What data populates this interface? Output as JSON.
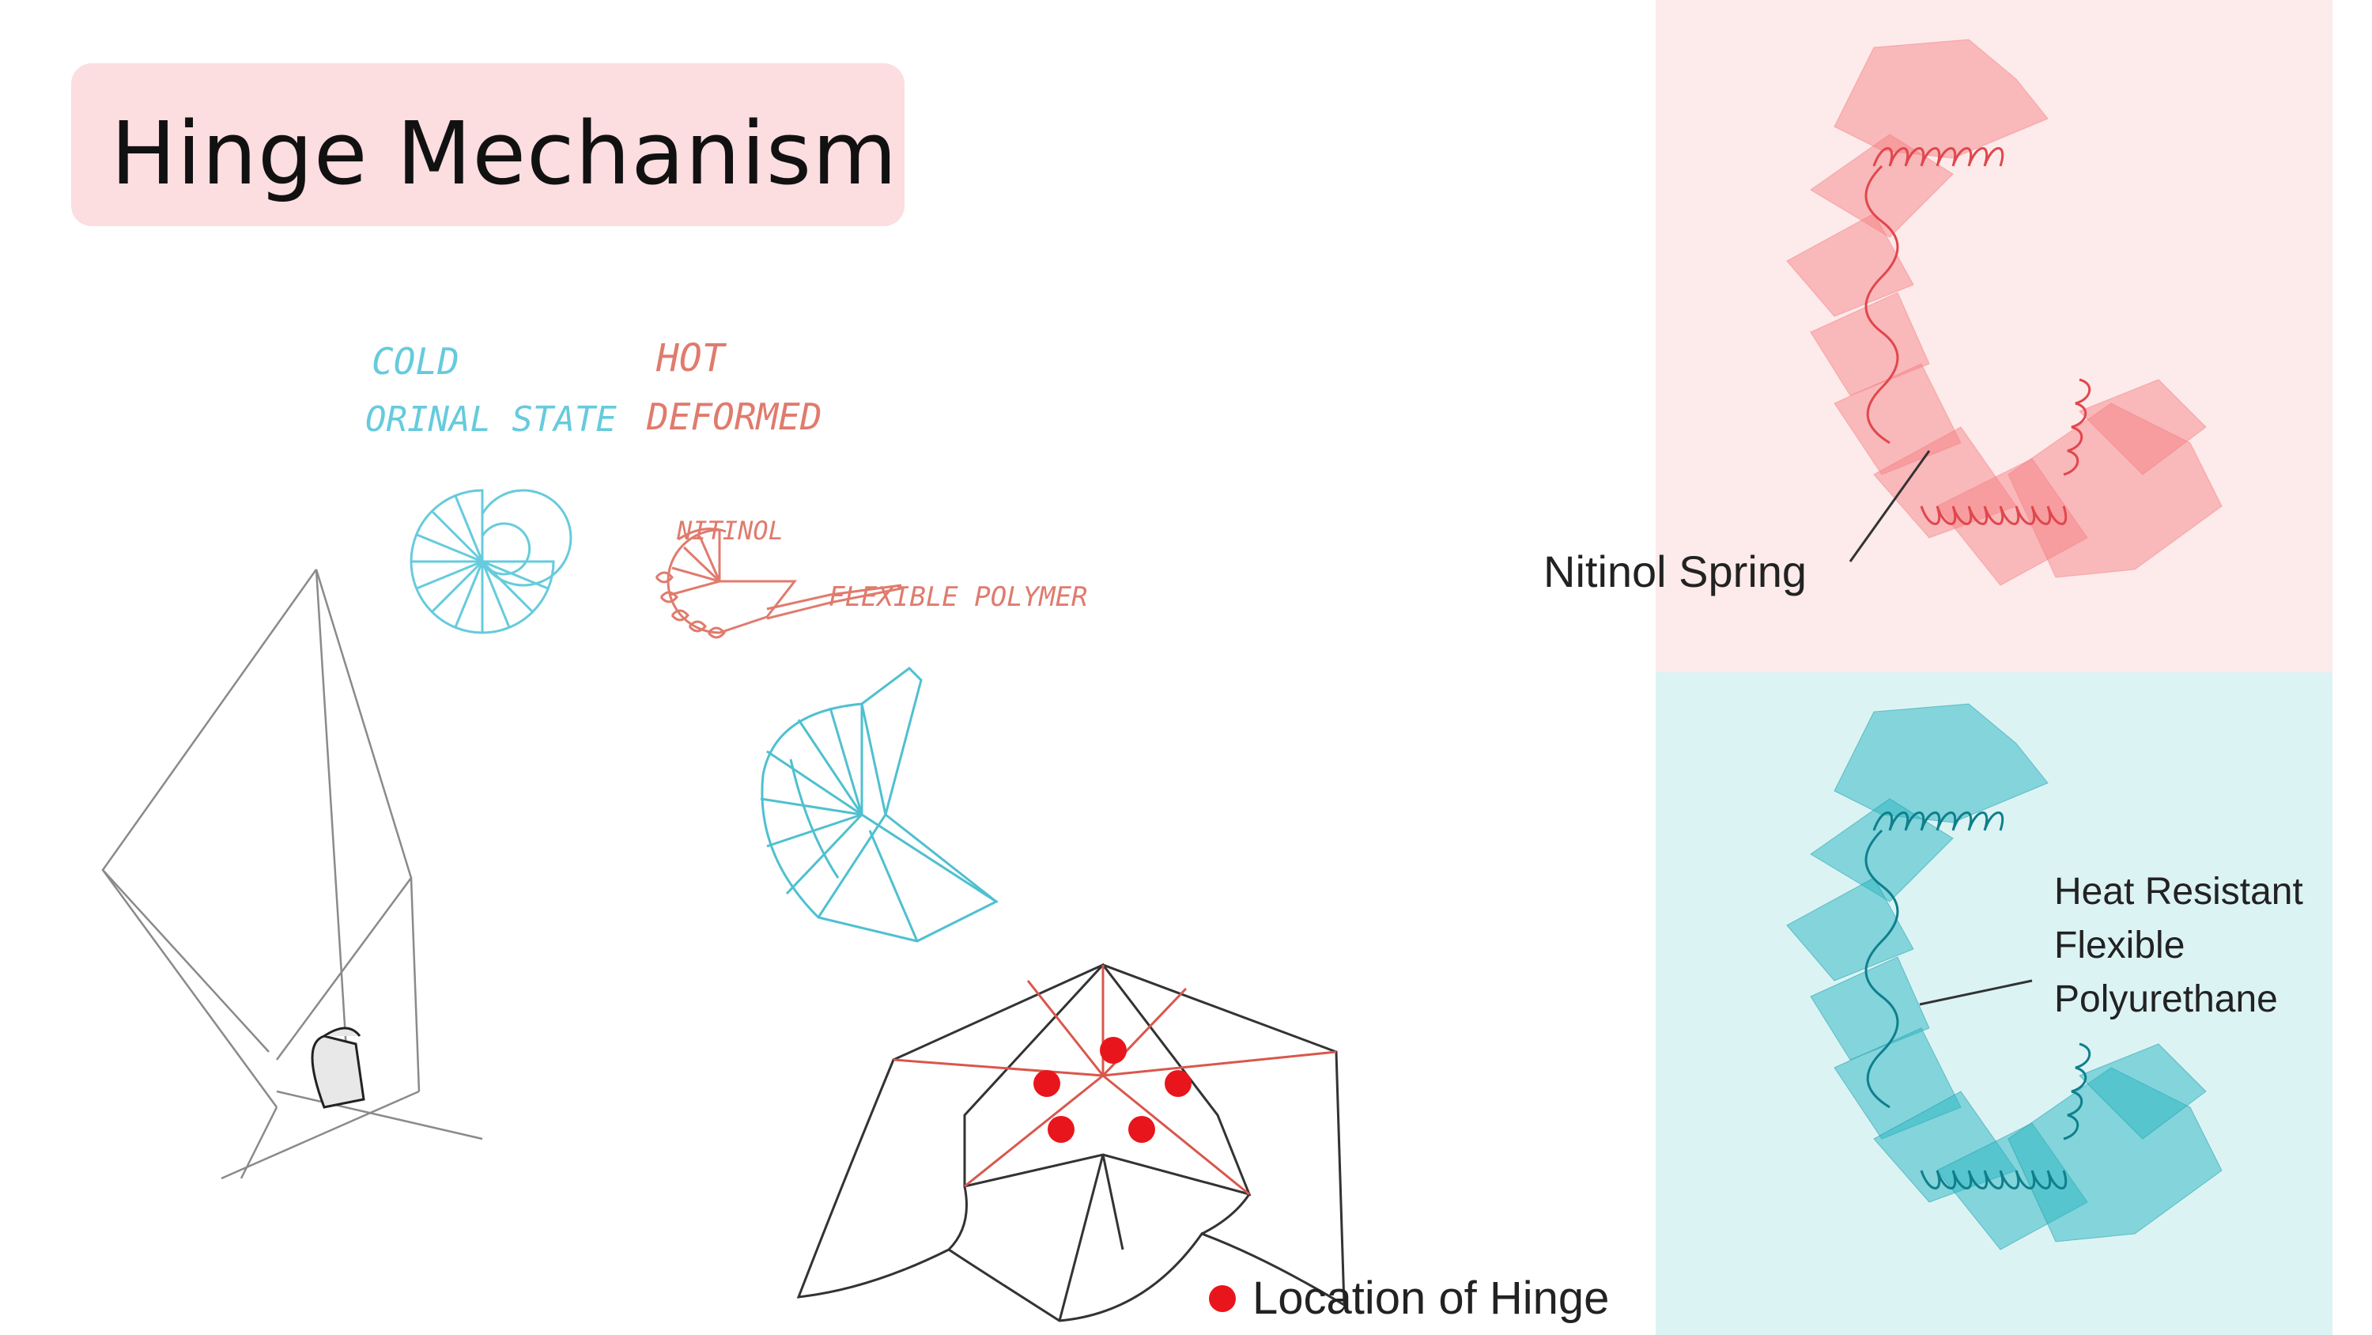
{
  "title": "Hinge Mechanism",
  "sketch": {
    "cold_heading": "COLD",
    "cold_state": "ORINAL STATE",
    "hot_heading": "HOT",
    "hot_state": "DEFORMED",
    "nitinol_label": "NITINOL",
    "polymer_label": "FLEXIBLE POLYMER"
  },
  "legend": {
    "hinge_location": "Location of Hinge",
    "dot_color": "#e8161c"
  },
  "panels": {
    "top_label": "Nitinol Spring",
    "bottom_label_line1": "Heat Resistant",
    "bottom_label_line2": "Flexible",
    "bottom_label_line3": "Polyurethane",
    "top_color": "#f47d80",
    "bottom_color": "#2ab5c2"
  }
}
